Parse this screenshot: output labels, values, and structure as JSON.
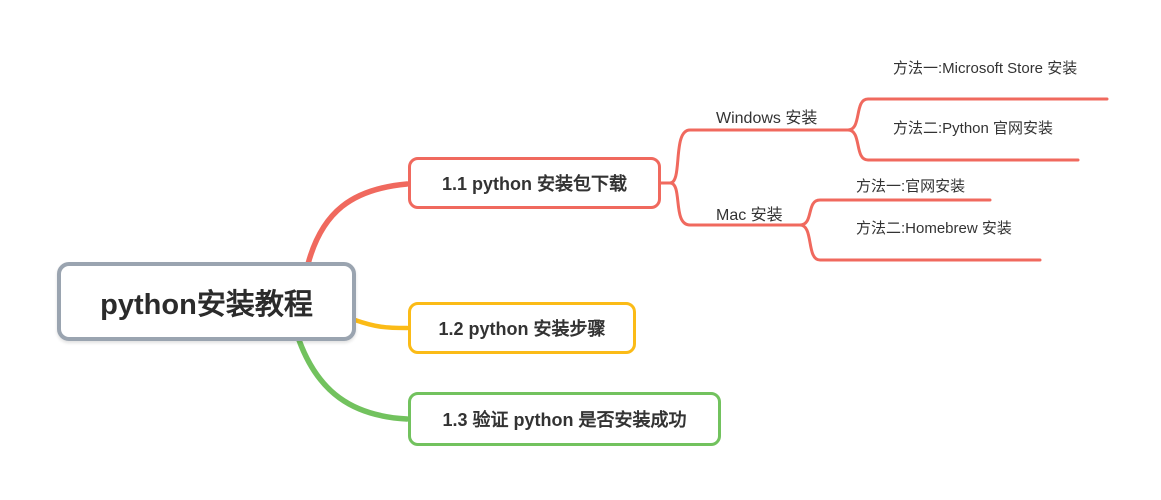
{
  "mindmap": {
    "title": "python安装教程",
    "colors": {
      "branch1_red": "#F0695E",
      "branch2_yellow": "#FBBB17",
      "branch3_green": "#72C25E",
      "root_border_gray": "#9AA4B0",
      "text_dark": "#333333"
    },
    "root": {
      "label": "python安装教程"
    },
    "branches": [
      {
        "label": "1.1 python 安装包下载",
        "color": "#F0695E",
        "children": [
          {
            "label": "Windows 安装",
            "children": [
              {
                "label": "方法一:Microsoft Store 安装"
              },
              {
                "label": "方法二:Python 官网安装"
              }
            ]
          },
          {
            "label": "Mac 安装",
            "children": [
              {
                "label": "方法一:官网安装"
              },
              {
                "label": "方法二:Homebrew 安装"
              }
            ]
          }
        ]
      },
      {
        "label": "1.2 python 安装步骤",
        "color": "#FBBB17",
        "children": []
      },
      {
        "label": "1.3 验证 python 是否安装成功",
        "color": "#72C25E",
        "children": []
      }
    ]
  }
}
